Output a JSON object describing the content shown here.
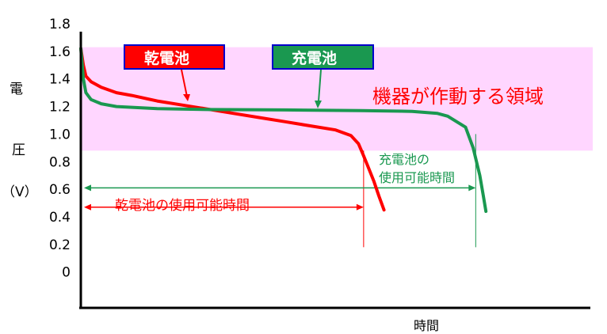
{
  "chart_data": {
    "type": "line",
    "title": "",
    "xlabel": "時間",
    "ylabel_chars": [
      "電",
      "圧",
      "（V）"
    ],
    "ylim": [
      -0.26,
      1.8
    ],
    "xlim": [
      0,
      100
    ],
    "ytick_labels": [
      "1.8",
      "1.6",
      "1.4",
      "1.2",
      "1.0",
      "0.8",
      "0.6",
      "0.4",
      "0.2",
      "0"
    ],
    "yticks": [
      1.8,
      1.6,
      1.4,
      1.2,
      1.0,
      0.8,
      0.6,
      0.4,
      0.2,
      0
    ],
    "grid": false,
    "region": {
      "ymin": 0.88,
      "ymax": 1.63,
      "color": "#ffd6ff",
      "label": "機器が作動する領域"
    },
    "series": [
      {
        "name": "乾電池",
        "color": "#ff0000",
        "legend_bg": "#ff0000",
        "points": [
          [
            0,
            1.62
          ],
          [
            0.5,
            1.5
          ],
          [
            1,
            1.42
          ],
          [
            2,
            1.38
          ],
          [
            4,
            1.34
          ],
          [
            7,
            1.3
          ],
          [
            10,
            1.28
          ],
          [
            15,
            1.24
          ],
          [
            20,
            1.21
          ],
          [
            25,
            1.18
          ],
          [
            30,
            1.15
          ],
          [
            35,
            1.12
          ],
          [
            40,
            1.09
          ],
          [
            45,
            1.06
          ],
          [
            50,
            1.03
          ],
          [
            53,
            0.99
          ],
          [
            54.5,
            0.93
          ],
          [
            55.3,
            0.86
          ],
          [
            56.3,
            0.77
          ],
          [
            57.5,
            0.66
          ],
          [
            58.5,
            0.55
          ],
          [
            59.5,
            0.45
          ]
        ]
      },
      {
        "name": "充電池",
        "color": "#1a9850",
        "legend_bg": "#1a9850",
        "points": [
          [
            0,
            1.62
          ],
          [
            0.5,
            1.4
          ],
          [
            1,
            1.3
          ],
          [
            2,
            1.25
          ],
          [
            4,
            1.22
          ],
          [
            7,
            1.2
          ],
          [
            15,
            1.185
          ],
          [
            25,
            1.178
          ],
          [
            40,
            1.175
          ],
          [
            55,
            1.17
          ],
          [
            65,
            1.165
          ],
          [
            70,
            1.15
          ],
          [
            72,
            1.13
          ],
          [
            75.5,
            1.05
          ],
          [
            77,
            0.9
          ],
          [
            78.3,
            0.7
          ],
          [
            79,
            0.55
          ],
          [
            79.5,
            0.44
          ]
        ]
      }
    ],
    "annotations": [
      {
        "text": "乾電池の使用可能時間",
        "color": "#ff0000",
        "x_start": 0,
        "x_end": 55.5,
        "y": 0.47
      },
      {
        "text": "充電池の使用可能時間",
        "color": "#1a9850",
        "x_start": 0,
        "x_end": 77.5,
        "y": 0.61
      }
    ]
  }
}
